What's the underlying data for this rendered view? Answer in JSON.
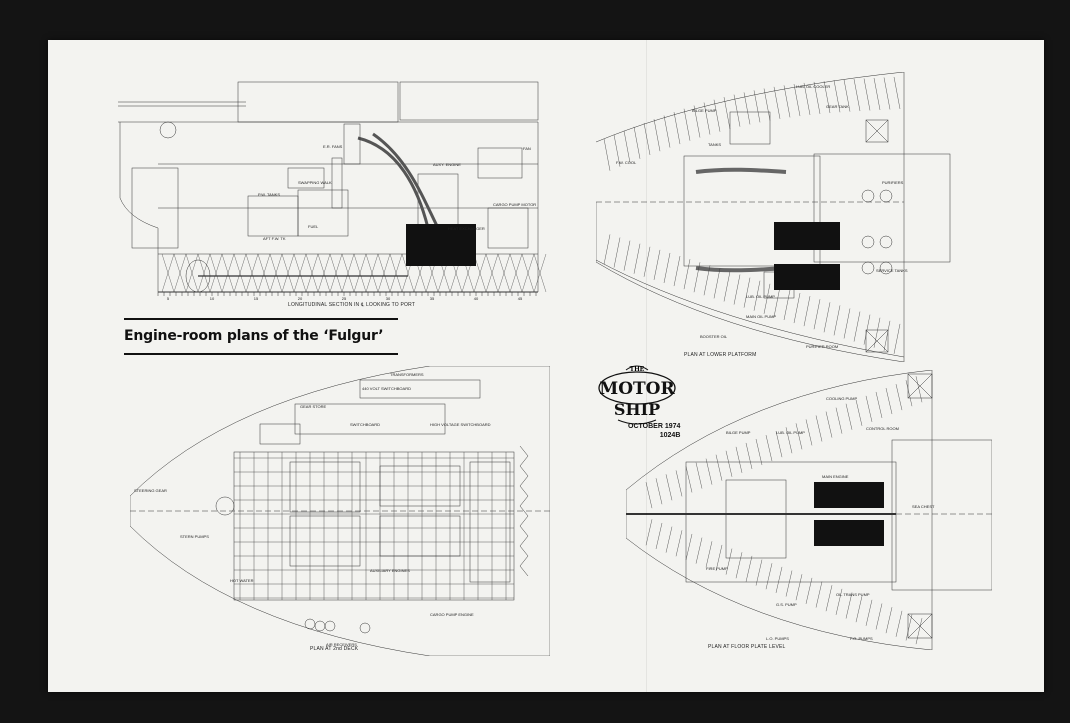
{
  "title": "Engine-room plans of the ‘Fulgur’",
  "logo": {
    "top_word": "THE",
    "middle_word": "MOTOR",
    "bottom_word": "SHIP"
  },
  "issue": {
    "date": "OCTOBER 1974",
    "ref": "1024B"
  },
  "captions": {
    "section": "LONGITUDINAL SECTION IN ℄ LOOKING TO PORT",
    "lower_platform": "PLAN AT LOWER PLATFORM",
    "deck": "PLAN AT 2nd DECK",
    "floor_plate": "PLAN AT FLOOR PLATE LEVEL"
  },
  "frame_numbers": [
    "5",
    "10",
    "15",
    "20",
    "25",
    "30",
    "35",
    "40",
    "45"
  ],
  "section_labels": [
    "P.W. TANKS",
    "SWAPPING WALK",
    "FUEL",
    "CARGO PUMP MOTOR",
    "AUXY. ENGINE",
    "E.R. FANS",
    "FAN",
    "AFT F.W. TK",
    "HEAT EXCHANGER"
  ],
  "lower_platform_labels": [
    "GEAR TANK",
    "F.W. COOL",
    "BILGE PUMP",
    "LUB. OIL COOLER",
    "PURIFIERS",
    "TANKS",
    "LUB. OIL PUMP",
    "MAIN OIL PUMP",
    "SERVICE TANKS",
    "BOOSTER OIL",
    "PURIFIER ROOM"
  ],
  "deck_labels": [
    "GEAR STORE",
    "TRANSFORMERS",
    "440 VOLT SWITCHBOARD",
    "SWITCHBOARD",
    "HIGH VOLTAGE SWITCHBOARD",
    "STEERING GEAR",
    "STERN PUMPS",
    "AUXILIARY ENGINES",
    "HOT WATER",
    "AIR RECEIVERS",
    "CARGO PUMP ENGINE"
  ],
  "floor_labels": [
    "BILGE PUMP",
    "LUB. OIL PUMP",
    "COOLING PUMP",
    "MAIN ENGINE",
    "FIRE PUMP",
    "SEA CHEST",
    "OIL TRANS PUMP",
    "G.S. PUMP",
    "L.O. PUMPS",
    "F.O. PUMPS",
    "CONTROL ROOM"
  ]
}
